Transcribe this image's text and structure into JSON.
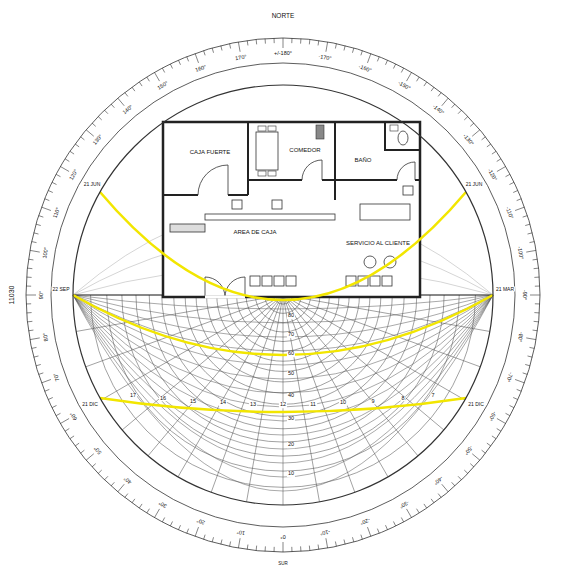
{
  "diagram": {
    "nodes": [
      {
        "text": [
          "CAJA FUERTE"
        ]
      },
      {
        "text": [
          "COMEDOR"
        ]
      },
      {
        "text": [
          "BAÑO"
        ]
      },
      {
        "text": [
          "AREA DE CAJA"
        ]
      },
      {
        "text": [
          "SERVICIO AL CLIENTE"
        ]
      }
    ],
    "labels": [
      "NORTE",
      "11030",
      "SUR",
      "+/-180°",
      "170°",
      "160°",
      "150°",
      "140°",
      "130°",
      "120°",
      "110°",
      "100°",
      "90°",
      "80°",
      "70°",
      "60°",
      "50°",
      "40°",
      "30°",
      "20°",
      "10°",
      "0°",
      "-10°",
      "-20°",
      "-30°",
      "-40°",
      "-50°",
      "-60°",
      "-70°",
      "-80°",
      "-90°",
      "-100°",
      "-110°",
      "-120°",
      "-130°",
      "-140°",
      "-150°",
      "-160°",
      "-170°",
      "21 JUN",
      "21 JUN",
      "22 SEP",
      "21 MAR",
      "21 DIC",
      "21 DIC",
      "17",
      "16",
      "15",
      "14",
      "13",
      "12",
      "11",
      "10",
      "9",
      "8",
      "7",
      "80",
      "70",
      "60",
      "50",
      "40",
      "30",
      "20",
      "10"
    ]
  }
}
